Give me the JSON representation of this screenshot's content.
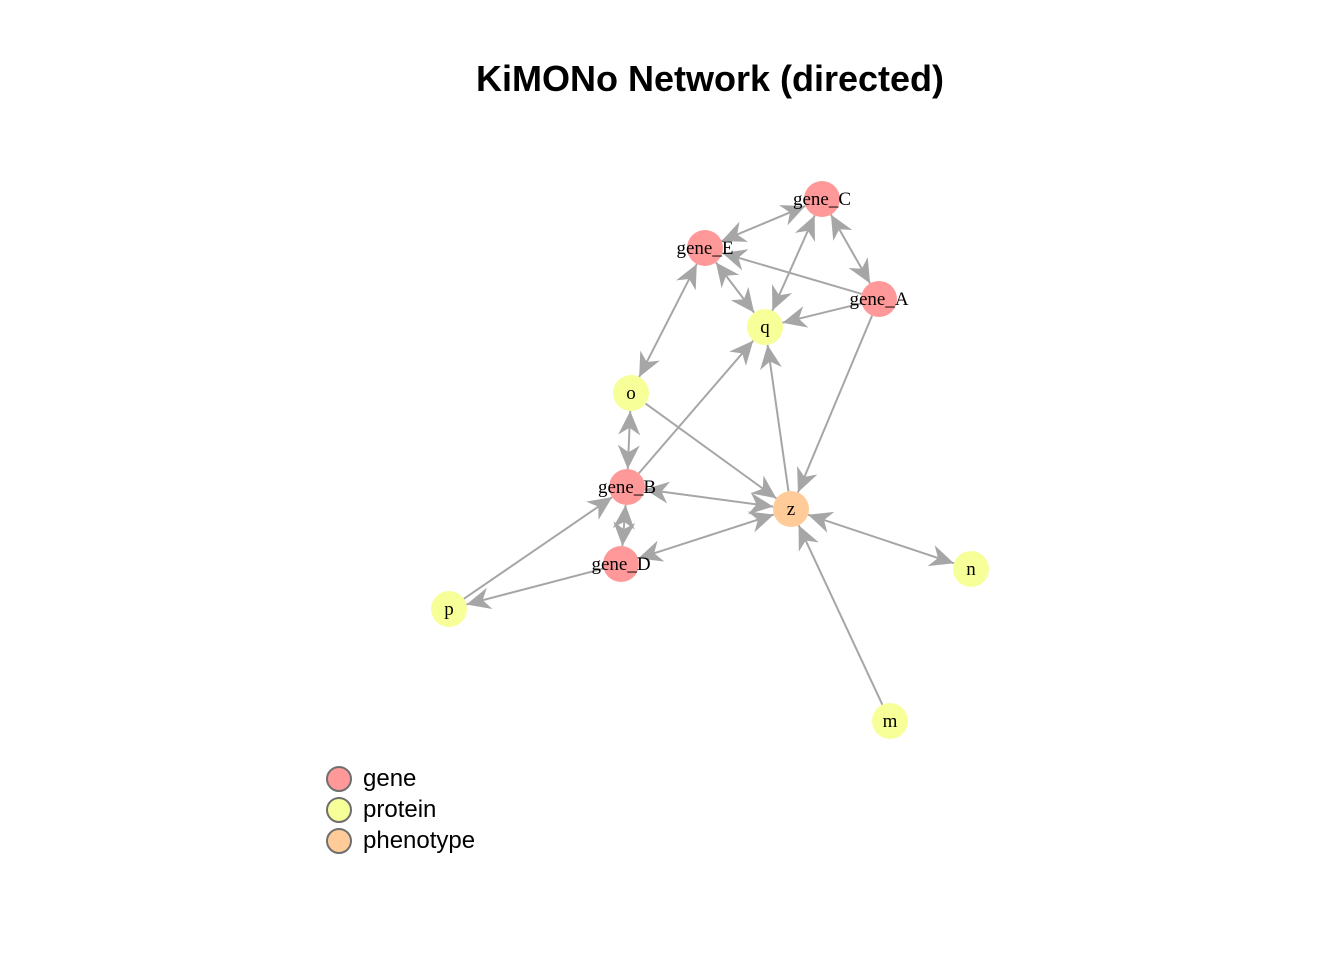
{
  "title": "KiMONo Network (directed)",
  "colors": {
    "gene": "#FF9999",
    "protein": "#F7FF99",
    "phenotype": "#FFCC99",
    "edge": "#A6A6A6"
  },
  "legend": [
    {
      "label": "gene",
      "type": "gene"
    },
    {
      "label": "protein",
      "type": "protein"
    },
    {
      "label": "phenotype",
      "type": "phenotype"
    }
  ],
  "nodes": [
    {
      "id": "gene_C",
      "label": "gene_C",
      "type": "gene"
    },
    {
      "id": "gene_E",
      "label": "gene_E",
      "type": "gene"
    },
    {
      "id": "gene_A",
      "label": "gene_A",
      "type": "gene"
    },
    {
      "id": "q",
      "label": "q",
      "type": "protein"
    },
    {
      "id": "o",
      "label": "o",
      "type": "protein"
    },
    {
      "id": "gene_B",
      "label": "gene_B",
      "type": "gene"
    },
    {
      "id": "z",
      "label": "z",
      "type": "phenotype"
    },
    {
      "id": "gene_D",
      "label": "gene_D",
      "type": "gene"
    },
    {
      "id": "p",
      "label": "p",
      "type": "protein"
    },
    {
      "id": "n",
      "label": "n",
      "type": "protein"
    },
    {
      "id": "m",
      "label": "m",
      "type": "protein"
    }
  ],
  "edges": [
    {
      "from": "gene_C",
      "to": "gene_E",
      "bidirectional": true
    },
    {
      "from": "gene_C",
      "to": "gene_A",
      "bidirectional": true
    },
    {
      "from": "gene_A",
      "to": "gene_E",
      "bidirectional": false
    },
    {
      "from": "gene_E",
      "to": "q",
      "bidirectional": true
    },
    {
      "from": "q",
      "to": "gene_C",
      "bidirectional": true
    },
    {
      "from": "gene_A",
      "to": "q",
      "bidirectional": false
    },
    {
      "from": "gene_E",
      "to": "o",
      "bidirectional": true
    },
    {
      "from": "o",
      "to": "gene_B",
      "bidirectional": true
    },
    {
      "from": "gene_B",
      "to": "q",
      "bidirectional": false
    },
    {
      "from": "z",
      "to": "q",
      "bidirectional": false
    },
    {
      "from": "gene_A",
      "to": "z",
      "bidirectional": false
    },
    {
      "from": "o",
      "to": "z",
      "bidirectional": false
    },
    {
      "from": "z",
      "to": "gene_B",
      "bidirectional": true
    },
    {
      "from": "gene_B",
      "to": "gene_D",
      "bidirectional": true
    },
    {
      "from": "gene_D",
      "to": "z",
      "bidirectional": true
    },
    {
      "from": "p",
      "to": "gene_B",
      "bidirectional": false
    },
    {
      "from": "gene_D",
      "to": "p",
      "bidirectional": false
    },
    {
      "from": "n",
      "to": "z",
      "bidirectional": true
    },
    {
      "from": "m",
      "to": "z",
      "bidirectional": false
    }
  ]
}
